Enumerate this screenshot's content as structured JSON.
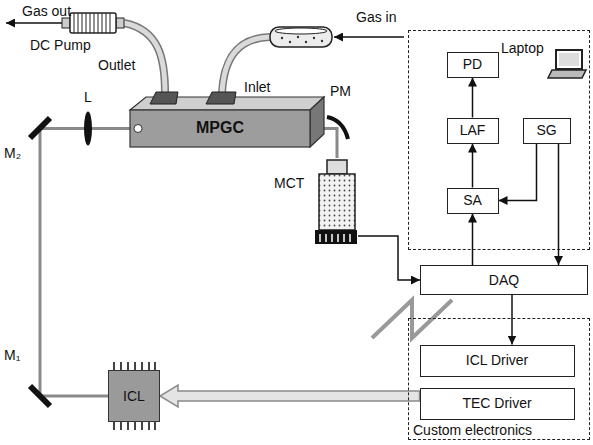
{
  "diagram": {
    "nodes": [
      {
        "text": [
          "MPGC"
        ]
      },
      {
        "text": [
          "Laptop"
        ]
      },
      {
        "text": [
          "PD"
        ],
        "in": 1
      },
      {
        "text": [
          "LAF"
        ],
        "in": 1
      },
      {
        "text": [
          "SA"
        ],
        "in": 1
      },
      {
        "text": [
          "SG"
        ],
        "in": 1
      },
      {
        "text": [
          "DAQ"
        ]
      },
      {
        "text": [
          "Custom electronics"
        ]
      },
      {
        "text": [
          "ICL Driver"
        ],
        "in": 7
      },
      {
        "text": [
          "TEC Driver"
        ],
        "in": 7
      },
      {
        "text": [
          "ICL"
        ]
      },
      {
        "text": [
          "MCT"
        ]
      }
    ],
    "edges": [
      {
        "from": 3,
        "to": 2,
        "arrow": "to"
      },
      {
        "from": 4,
        "to": 3,
        "arrow": "to"
      },
      {
        "from": 5,
        "to": 4,
        "arrow": "to"
      },
      {
        "from": 6,
        "to": 4,
        "arrow": "to"
      },
      {
        "from": 5,
        "to": 6,
        "arrow": "to"
      },
      {
        "from": 11,
        "to": 6,
        "arrow": "to"
      },
      {
        "from": 6,
        "to": 8,
        "arrow": "to"
      },
      {
        "from": 9,
        "to": 10,
        "arrow": "to"
      },
      {
        "from": 10,
        "to": 0,
        "arrow": "none"
      },
      {
        "from": 0,
        "to": 11,
        "arrow": "none"
      }
    ],
    "labels": [
      "Gas out",
      "DC Pump",
      "Outlet",
      "Inlet",
      "Gas in",
      "M₂",
      "L",
      "PM",
      "M₁"
    ]
  }
}
